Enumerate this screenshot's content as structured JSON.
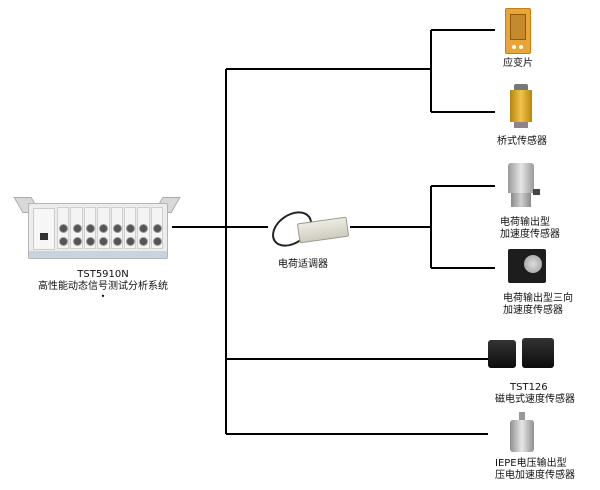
{
  "diagram": {
    "daq_system": {
      "model": "TST5910N",
      "name": "高性能动态信号测试分析系统",
      "note": "•"
    },
    "charge_adapter": {
      "label": "电荷适调器"
    },
    "sensors": [
      {
        "id": "strain-gauge",
        "label_lines": [
          "应变片"
        ]
      },
      {
        "id": "bridge-sensor",
        "label_lines": [
          "桥式传感器"
        ]
      },
      {
        "id": "charge-accel",
        "label_lines": [
          "电荷输出型",
          "加速度传感器"
        ]
      },
      {
        "id": "charge-triaxial-accel",
        "label_lines": [
          "电荷输出型三向",
          "加速度传感器"
        ]
      },
      {
        "id": "magnetic-velocity",
        "label_lines": [
          "TST126",
          "磁电式速度传感器"
        ]
      },
      {
        "id": "iepe-accel",
        "label_lines": [
          "IEPE电压输出型",
          "压电加速度传感器"
        ]
      }
    ],
    "connections": [
      {
        "from": "daq_system",
        "to": "strain-gauge"
      },
      {
        "from": "daq_system",
        "to": "bridge-sensor"
      },
      {
        "from": "daq_system",
        "to": "charge_adapter"
      },
      {
        "from": "charge_adapter",
        "to": "charge-accel"
      },
      {
        "from": "charge_adapter",
        "to": "charge-triaxial-accel"
      },
      {
        "from": "daq_system",
        "to": "magnetic-velocity"
      },
      {
        "from": "daq_system",
        "to": "iepe-accel"
      }
    ],
    "line_color": "#000000"
  }
}
